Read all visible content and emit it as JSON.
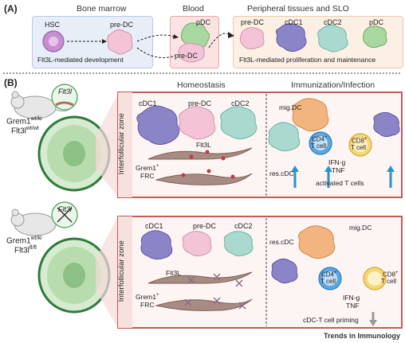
{
  "panelA": {
    "letter": "(A)",
    "bone_marrow": "Bone marrow",
    "blood": "Blood",
    "peripheral": "Peripheral tissues and SLO",
    "hsc": "HSC",
    "pre_dc": "pre-DC",
    "pdc": "pDC",
    "blood_pre_dc": "pre-DC",
    "p_pre_dc": "pre-DC",
    "p_cdc1": "cDC1",
    "p_cdc2": "cDC2",
    "p_pdc": "pDC",
    "bm_caption": "Flt3L-mediated development",
    "periph_caption": "Flt3L-mediated proliferation and maintenance"
  },
  "panelB": {
    "letter": "(B)",
    "homeostasis": "Homeostasis",
    "immunization": "Immunization/Infection",
    "interfollicular": "Interfollicular zone",
    "top": {
      "gene_label": "Flt3l",
      "mouse_line1": "Grem1",
      "mouse_sup1": "wt/ki",
      "mouse_line2": "Flt3l",
      "mouse_sup2": "wt/wt",
      "cdc1": "cDC1",
      "pre_dc": "pre-DC",
      "cdc2": "cDC2",
      "flt3l": "Flt3L",
      "grem1": "Grem1",
      "grem1_sup": "+",
      "frc": "FRC",
      "mig_dc": "mig.DC",
      "cd4": "CD4",
      "cd4_sup": "+",
      "cd8": "CD8",
      "cd8_sup": "+",
      "tcell": "T cell",
      "tcell2": "T cell",
      "ifn": "IFN-g",
      "tnf": "TNF",
      "res_cdc": "res.cDC",
      "activated": "activated T cells"
    },
    "bottom": {
      "gene_label": "Flt3l",
      "mouse_line1": "Grem1",
      "mouse_sup1": "wt/ki",
      "mouse_line2": "Flt3l",
      "mouse_sup2": "fl/fl",
      "cdc1": "cDC1",
      "pre_dc": "pre-DC",
      "cdc2": "cDC2",
      "flt3l": "Flt3L",
      "grem1": "Grem1",
      "grem1_sup": "+",
      "frc": "FRC",
      "mig_dc": "mig.DC",
      "res_cdc": "res.cDC",
      "cd4": "CD4",
      "cd4_sup": "+",
      "cd8": "CD8",
      "cd8_sup": "+",
      "tcell": "T cell",
      "tcell2": "T cell",
      "ifn": "IFN-g",
      "tnf": "TNF",
      "priming": "cDC-T cell priming"
    }
  },
  "footer": "Trends in Immunology",
  "colors": {
    "blue_box": "#e7eef8",
    "pink_box": "#fbe3e3",
    "peach_box": "#fcefe3",
    "lymph_border": "#c45a5a",
    "cdc1": "#8b85c8",
    "pre_dc": "#f3c4d6",
    "cdc2": "#a9d9cf",
    "pdc": "#a8d8a0",
    "hsc": "#c58fd0",
    "frc": "#a88b82",
    "tcell_blue": "#5da6e0",
    "tcell_yellow": "#f5d77a",
    "migdc": "#f2b57f"
  }
}
